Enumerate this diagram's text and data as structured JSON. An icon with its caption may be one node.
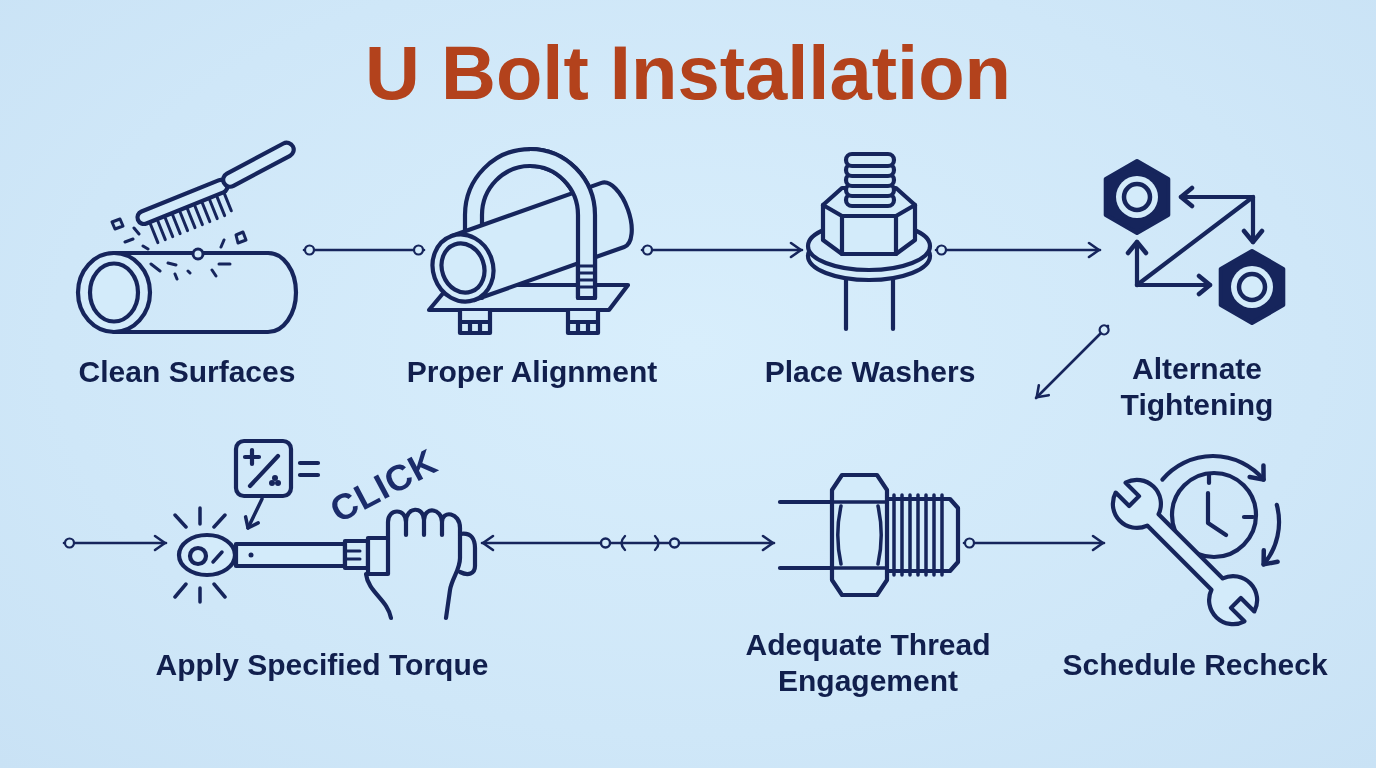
{
  "diagram": {
    "title": "U Bolt Installation",
    "nodes": [
      {
        "text": [],
        "shape": "picture",
        "beside": [
          "Clean Surfaces"
        ]
      },
      {
        "text": [],
        "shape": "picture",
        "beside": [
          "Proper Alignment"
        ]
      },
      {
        "text": [],
        "shape": "picture",
        "beside": [
          "Place Washers"
        ]
      },
      {
        "text": [],
        "shape": "picture",
        "beside": [
          "Alternate Tightening"
        ]
      },
      {
        "text": [],
        "shape": "picture",
        "beside": [
          "Apply Specified Torque"
        ]
      },
      {
        "text": [],
        "shape": "picture",
        "beside": [
          "Adequate Thread Engagement"
        ]
      },
      {
        "text": [],
        "shape": "picture",
        "beside": [
          "Schedule Recheck"
        ]
      }
    ],
    "edges": [
      {
        "from": 0,
        "to": 1,
        "arrow": "other"
      },
      {
        "from": 1,
        "to": 2,
        "arrow": "to"
      },
      {
        "from": 2,
        "to": 3,
        "arrow": "to"
      },
      {
        "from": 3,
        "to": null,
        "arrow": "to"
      },
      {
        "from": null,
        "to": 4,
        "arrow": "to"
      },
      {
        "from": 4,
        "to": 5,
        "arrow": "both"
      },
      {
        "from": 5,
        "to": 6,
        "arrow": "to"
      }
    ],
    "labels": [
      "CLICK"
    ]
  }
}
